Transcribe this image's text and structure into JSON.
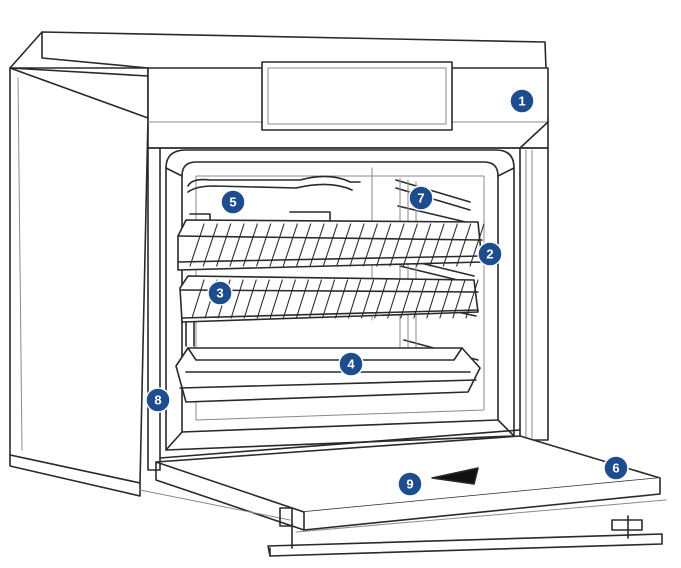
{
  "diagram": {
    "subject": "built-in oven with open door",
    "colors": {
      "line": "#2a2a2a",
      "light_line": "#8a8a8a",
      "badge_fill": "#1d4d8c",
      "badge_text": "#ffffff",
      "surface": "#ffffff"
    },
    "callouts": [
      {
        "id": "1",
        "label": "1"
      },
      {
        "id": "2",
        "label": "2"
      },
      {
        "id": "3",
        "label": "3"
      },
      {
        "id": "4",
        "label": "4"
      },
      {
        "id": "5",
        "label": "5"
      },
      {
        "id": "6",
        "label": "6"
      },
      {
        "id": "7",
        "label": "7"
      },
      {
        "id": "8",
        "label": "8"
      },
      {
        "id": "9",
        "label": "9"
      }
    ]
  }
}
